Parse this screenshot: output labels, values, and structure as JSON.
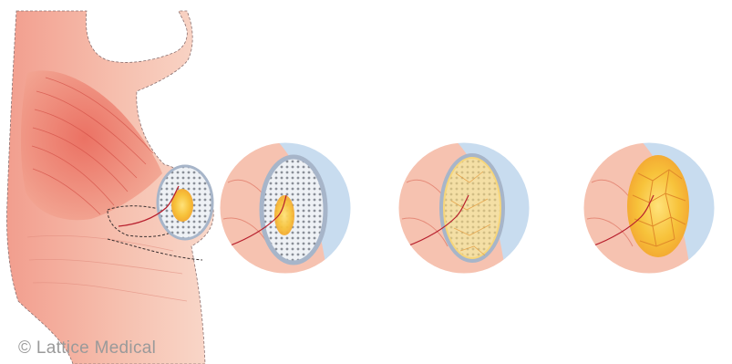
{
  "watermark": {
    "symbol": "©",
    "text": "Lattice Medical"
  },
  "stages": [
    {
      "id": "stage-1",
      "mesh_visible": true,
      "tissue_level": 0.35
    },
    {
      "id": "stage-2",
      "mesh_visible": true,
      "tissue_level": 0.6
    },
    {
      "id": "stage-3",
      "mesh_visible": false,
      "tissue_level": 1.0
    }
  ],
  "colors": {
    "skin": "#f4b9a5",
    "skin_light": "#f9d6c8",
    "muscle": "#e8705f",
    "background_circle": "#c8dcef",
    "mesh": "#8a8f98",
    "fat_tissue": "#f7c23a",
    "fat_highlight": "#fde07a",
    "vessel": "#b8202e",
    "outline": "#6a5a5a"
  }
}
